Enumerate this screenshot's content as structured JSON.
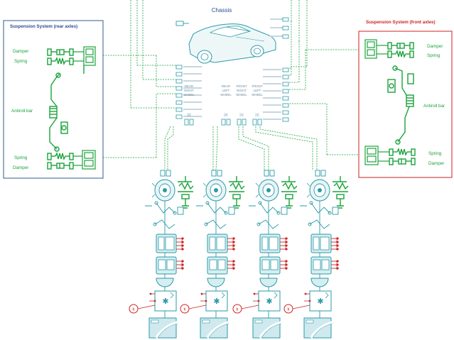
{
  "diagram": {
    "title": "Chassis",
    "rear_panel": {
      "title": "Suspension System (rear axles)",
      "labels": {
        "damper_top": "Damper",
        "spring_top": "Spring",
        "antiroll": "Antiroll bar",
        "spring_bottom": "Spring",
        "damper_bottom": "Damper"
      }
    },
    "front_panel": {
      "title": "Suspension System (front axles)",
      "labels": {
        "damper_top": "Damper",
        "spring_top": "Spring",
        "antiroll": "Antiroll bar",
        "spring_bottom": "Spring",
        "damper_bottom": "Damper"
      }
    },
    "wheel_columns": [
      {
        "header": [
          "REAR",
          "RIGHT",
          "WHEEL"
        ],
        "index": "[2]",
        "k_label": "k"
      },
      {
        "header": [
          "REAR",
          "LEFT",
          "WHEEL"
        ],
        "index": "[2]",
        "k_label": "k"
      },
      {
        "header": [
          "FRONT",
          "RIGHT",
          "WHEEL"
        ],
        "index": "[1]",
        "k_label": "k"
      },
      {
        "header": [
          "FRONT",
          "LEFT",
          "WHEEL"
        ],
        "index": "[1]",
        "k_label": "k"
      }
    ],
    "colors": {
      "green": "#1aa33c",
      "teal": "#2a9aa8",
      "teal_fill": "#d6eef1",
      "blue_border": "#2f5d8c",
      "red_border": "#cc2222",
      "red_text": "#cc2222",
      "blue_text": "#2a4d8f",
      "green_text": "#1aa33c"
    },
    "icons": [
      "car-icon",
      "tire-icon",
      "spring-damper-icon",
      "damper-icon",
      "spring-icon",
      "antiroll-bar-icon",
      "gain-icon",
      "road-icon",
      "brake-icon",
      "joint-icon"
    ]
  }
}
